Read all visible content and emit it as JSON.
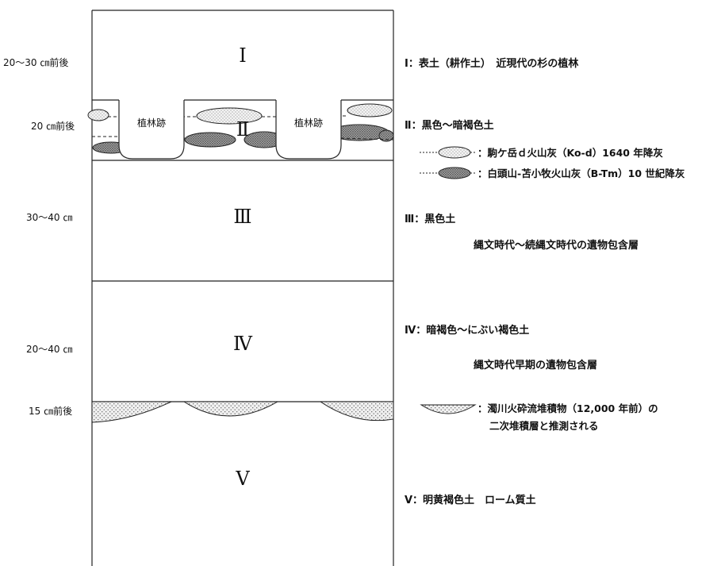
{
  "depths": [
    "20〜30 ㎝前後",
    "20 ㎝前後",
    "30〜40 ㎝",
    "20〜40 ㎝",
    "15 ㎝前後"
  ],
  "layers": [
    {
      "numeral": "Ⅰ",
      "desc": "Ⅰ：表土（耕作土）　近現代の杉の植林"
    },
    {
      "numeral": "Ⅱ",
      "desc": "Ⅱ：黒色〜暗褐色土"
    },
    {
      "numeral": "Ⅲ",
      "desc": "Ⅲ：黒色土",
      "note": "縄文時代〜続縄文時代の遺物包含層"
    },
    {
      "numeral": "Ⅳ",
      "desc": "Ⅳ：暗褐色〜にぶい褐色土",
      "note": "縄文時代早期の遺物包含層"
    },
    {
      "numeral": "Ⅴ",
      "desc": "Ⅴ：明黄褐色土　ローム質土"
    }
  ],
  "planting_trace_label": "植林跡",
  "legend": {
    "ko_d": "：駒ケ岳ｄ火山灰（Ko-d）1640 年降灰",
    "b_tm": "：白頭山-苫小牧火山灰（B-Tm）10 世紀降灰",
    "pyroclastic_line1": "：濁川火砕流堆積物（12,000 年前）の",
    "pyroclastic_line2": "二次堆積層と推測される"
  },
  "colors": {
    "stroke": "#222222",
    "ko_d_fill": "#ececec",
    "b_tm_fill": "#8a8a8a",
    "pyroclastic_fill": "#d9d9d9"
  }
}
